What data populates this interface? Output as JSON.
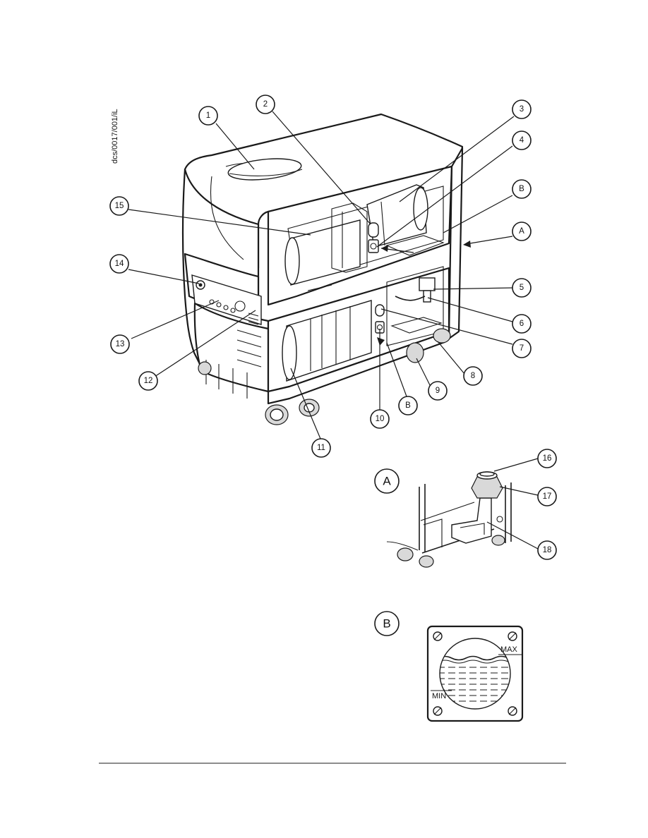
{
  "drawing_reference": "dcs/0017/001/iL",
  "callouts": {
    "c1": "1",
    "c2": "2",
    "c3": "3",
    "c4": "4",
    "c5": "5",
    "c6": "6",
    "c7": "7",
    "c8": "8",
    "c9": "9",
    "c10": "10",
    "c11": "11",
    "c12": "12",
    "c13": "13",
    "c14": "14",
    "c15": "15",
    "c16": "16",
    "c17": "17",
    "c18": "18",
    "cB_top": "B",
    "cA_top": "A",
    "cB_bottom": "B"
  },
  "detail_A": {
    "label": "A"
  },
  "detail_B": {
    "label": "B",
    "max_label": "MAX",
    "min_label": "MIN"
  }
}
